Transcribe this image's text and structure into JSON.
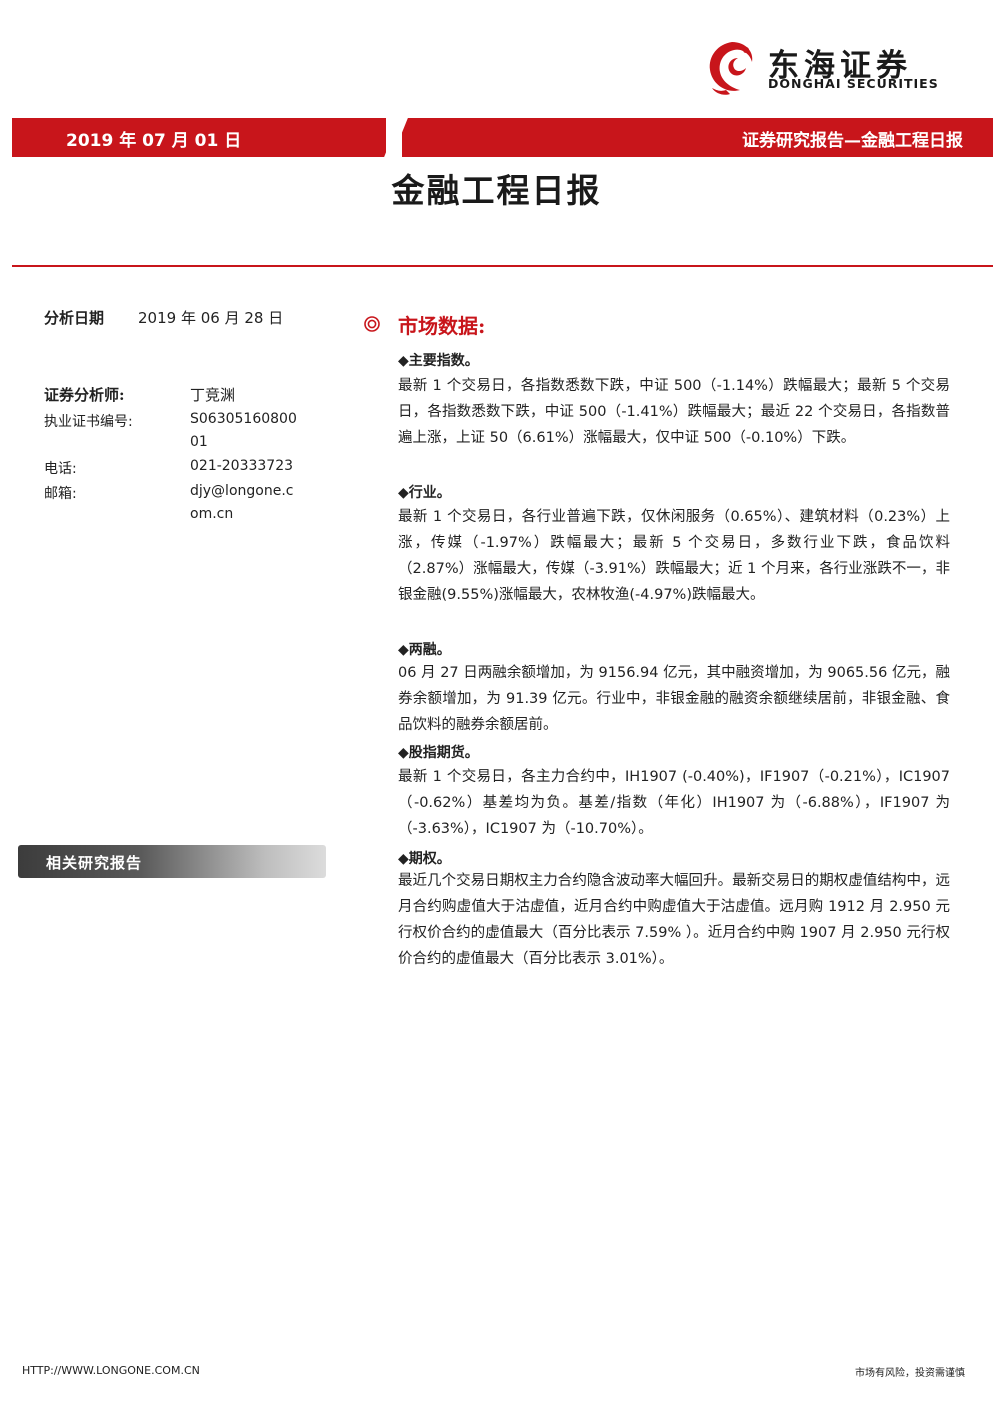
{
  "header": {
    "logo_cn": "东海证券",
    "logo_en": "DONGHAI SECURITIES",
    "date": "2019 年 07 月 01 日",
    "report_type": "证券研究报告—金融工程日报",
    "brand_color": "#c8151b"
  },
  "title": "金融工程日报",
  "sidebar": {
    "analysis_date_label": "分析日期",
    "analysis_date": "2019 年 06 月 28 日",
    "analyst_label": "证券分析师:",
    "analyst": "丁竞渊",
    "license_label": "执业证书编号:",
    "license_line1": "S06305160800",
    "license_line2": "01",
    "phone_label": "电话:",
    "phone": "021-20333723",
    "email_label": "邮箱:",
    "email_line1": "djy@longone.c",
    "email_line2": "om.cn",
    "related_reports": "相关研究报告"
  },
  "market": {
    "title": "市场数据:",
    "sections": [
      {
        "heading": "◆主要指数。",
        "text": "最新 1 个交易日，各指数悉数下跌，中证 500（-1.14%）跌幅最大；最新 5 个交易日，各指数悉数下跌，中证 500（-1.41%）跌幅最大；最近 22 个交易日，各指数普遍上涨，上证 50（6.61%）涨幅最大，仅中证 500（-0.10%）下跌。"
      },
      {
        "heading": "◆行业。",
        "text": "最新 1 个交易日，各行业普遍下跌，仅休闲服务（0.65%）、建筑材料（0.23%）上涨，传媒（-1.97%）跌幅最大；最新 5 个交易日，多数行业下跌，食品饮料（2.87%）涨幅最大，传媒（-3.91%）跌幅最大；近 1 个月来，各行业涨跌不一，非银金融(9.55%)涨幅最大，农林牧渔(-4.97%)跌幅最大。"
      },
      {
        "heading": "◆两融。",
        "text": "06 月 27 日两融余额增加，为 9156.94 亿元，其中融资增加，为 9065.56 亿元，融券余额增加，为 91.39 亿元。行业中，非银金融的融资余额继续居前，非银金融、食品饮料的融券余额居前。"
      },
      {
        "heading": "◆股指期货。",
        "text": "最新 1 个交易日，各主力合约中，IH1907 (-0.40%)，IF1907（-0.21%），IC1907（-0.62%）基差均为负。基差/指数（年化）IH1907 为（-6.88%），IF1907 为（-3.63%），IC1907 为（-10.70%）。"
      },
      {
        "heading": "◆期权。",
        "text": "最近几个交易日期权主力合约隐含波动率大幅回升。最新交易日的期权虚值结构中，远月合约购虚值大于沽虚值，近月合约中购虚值大于沽虚值。远月购 1912 月 2.950 元行权价合约的虚值最大（百分比表示 7.59% ）。近月合约中购 1907 月 2.950 元行权价合约的虚值最大（百分比表示 3.01%）。"
      }
    ]
  },
  "footer": {
    "url": "HTTP://WWW.LONGONE.COM.CN",
    "risk": "市场有风险，投资需谨慎"
  }
}
